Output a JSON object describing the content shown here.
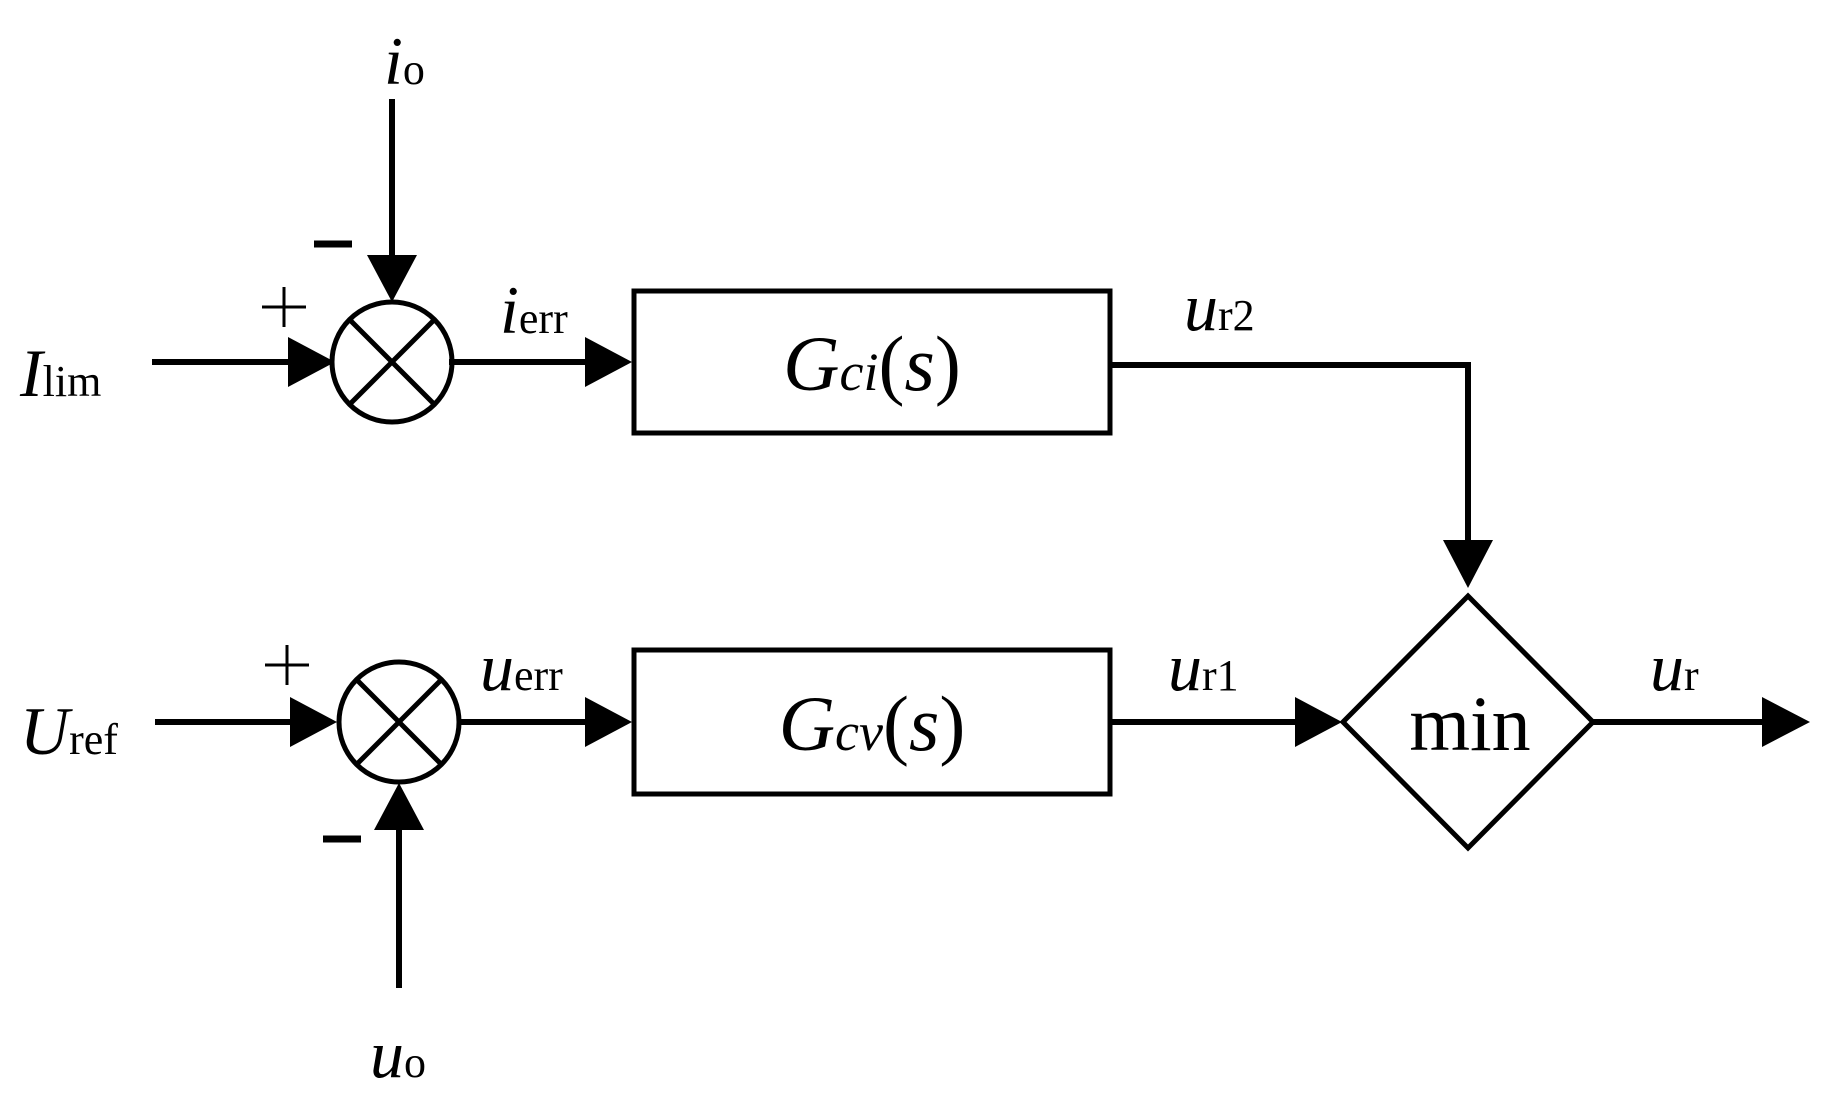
{
  "signals": {
    "i_lim": {
      "main": "I",
      "sub": "lim"
    },
    "u_ref": {
      "main": "U",
      "sub": "ref"
    },
    "i_o": {
      "main": "i",
      "sub": "o"
    },
    "u_o": {
      "main": "u",
      "sub": "o"
    },
    "i_err": {
      "main": "i",
      "sub": "err"
    },
    "u_err": {
      "main": "u",
      "sub": "err"
    },
    "u_r2": {
      "main": "u",
      "sub": "r2"
    },
    "u_r1": {
      "main": "u",
      "sub": "r1"
    },
    "u_r": {
      "main": "u",
      "sub": "r"
    }
  },
  "blocks": {
    "gci": {
      "main": "G",
      "sub": "ci",
      "open": "(",
      "var": "s",
      "close": ")"
    },
    "gcv": {
      "main": "G",
      "sub": "cv",
      "open": "(",
      "var": "s",
      "close": ")"
    },
    "min": {
      "label": "min"
    }
  },
  "signs": {
    "plus": "+",
    "minus": "−"
  }
}
